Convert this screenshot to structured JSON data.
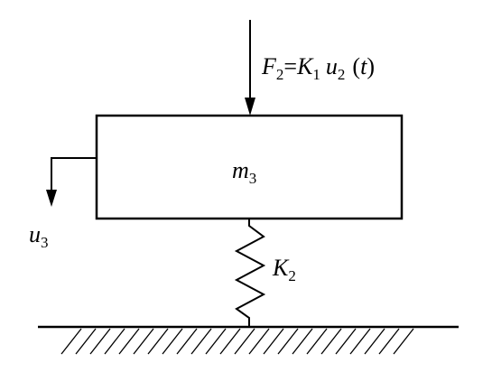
{
  "force_label": {
    "F": "F",
    "F_sub": "2",
    "eq": "=",
    "K": "K",
    "K_sub": "1",
    "u": "u",
    "u_sub": "2",
    "arg_open": "(",
    "arg": "t",
    "arg_close": ")"
  },
  "mass_label": {
    "m": "m",
    "m_sub": "3"
  },
  "displacement_label": {
    "u": "u",
    "u_sub": "3"
  },
  "spring_label": {
    "K": "K",
    "K_sub": "2"
  },
  "colors": {
    "line": "#000000",
    "background": "#ffffff"
  }
}
